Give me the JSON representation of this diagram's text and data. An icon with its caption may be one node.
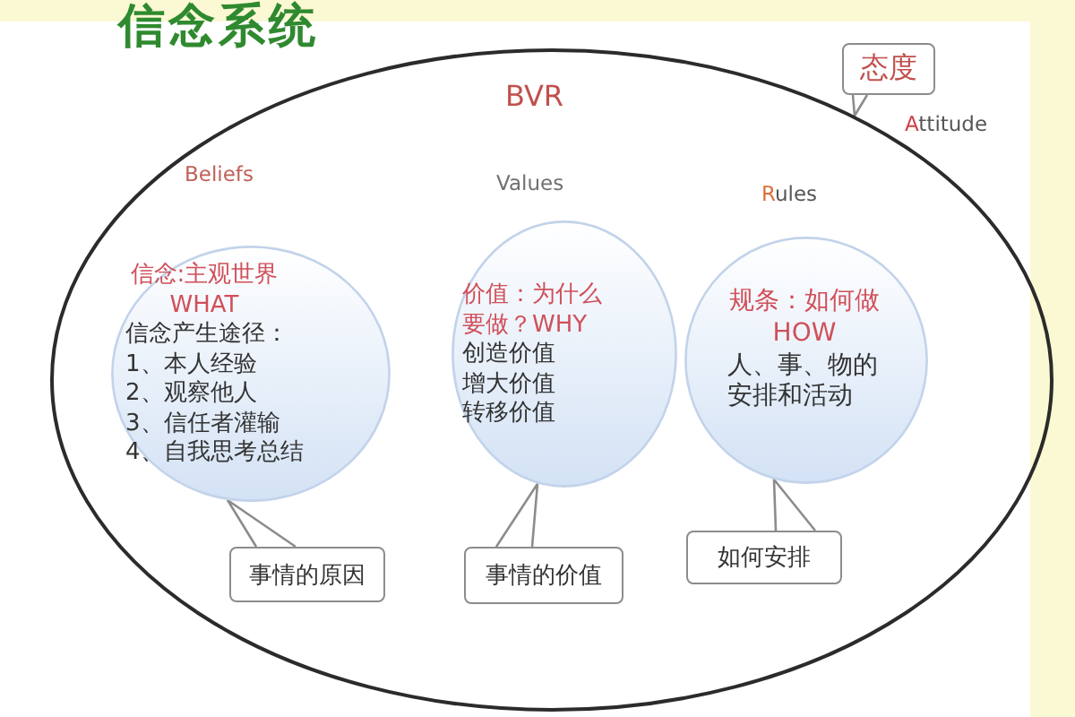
{
  "diagram": {
    "title": "信念系统",
    "nodes": [
      {
        "text": [
          "BVR"
        ]
      },
      {
        "text": [
          "态度"
        ],
        "beside": [
          "Attitude"
        ]
      },
      {
        "text": [
          "Beliefs",
          "信念:主观世界 WHAT",
          "信念产生途径：",
          "1、本人经验",
          "2、观察他人",
          "3、信任者灌输",
          "4、自我思考总结"
        ],
        "in": 0
      },
      {
        "text": [
          "Values",
          "价值：为什么要做？WHY",
          "创造价值",
          "增大价值",
          "转移价值"
        ],
        "in": 0
      },
      {
        "text": [
          "Rules",
          "规条：如何做 HOW",
          "人、事、物的安排和活动"
        ],
        "in": 0
      },
      {
        "text": [
          "事情的原因"
        ],
        "in": 0
      },
      {
        "text": [
          "事情的价值"
        ],
        "in": 0
      },
      {
        "text": [
          "如何安排"
        ],
        "in": 0
      }
    ],
    "edges": [
      {
        "from": 1,
        "to": 0,
        "arrow": "none"
      },
      {
        "from": 5,
        "to": 2,
        "arrow": "none"
      },
      {
        "from": 6,
        "to": 3,
        "arrow": "none"
      },
      {
        "from": 7,
        "to": 4,
        "arrow": "none"
      }
    ]
  }
}
